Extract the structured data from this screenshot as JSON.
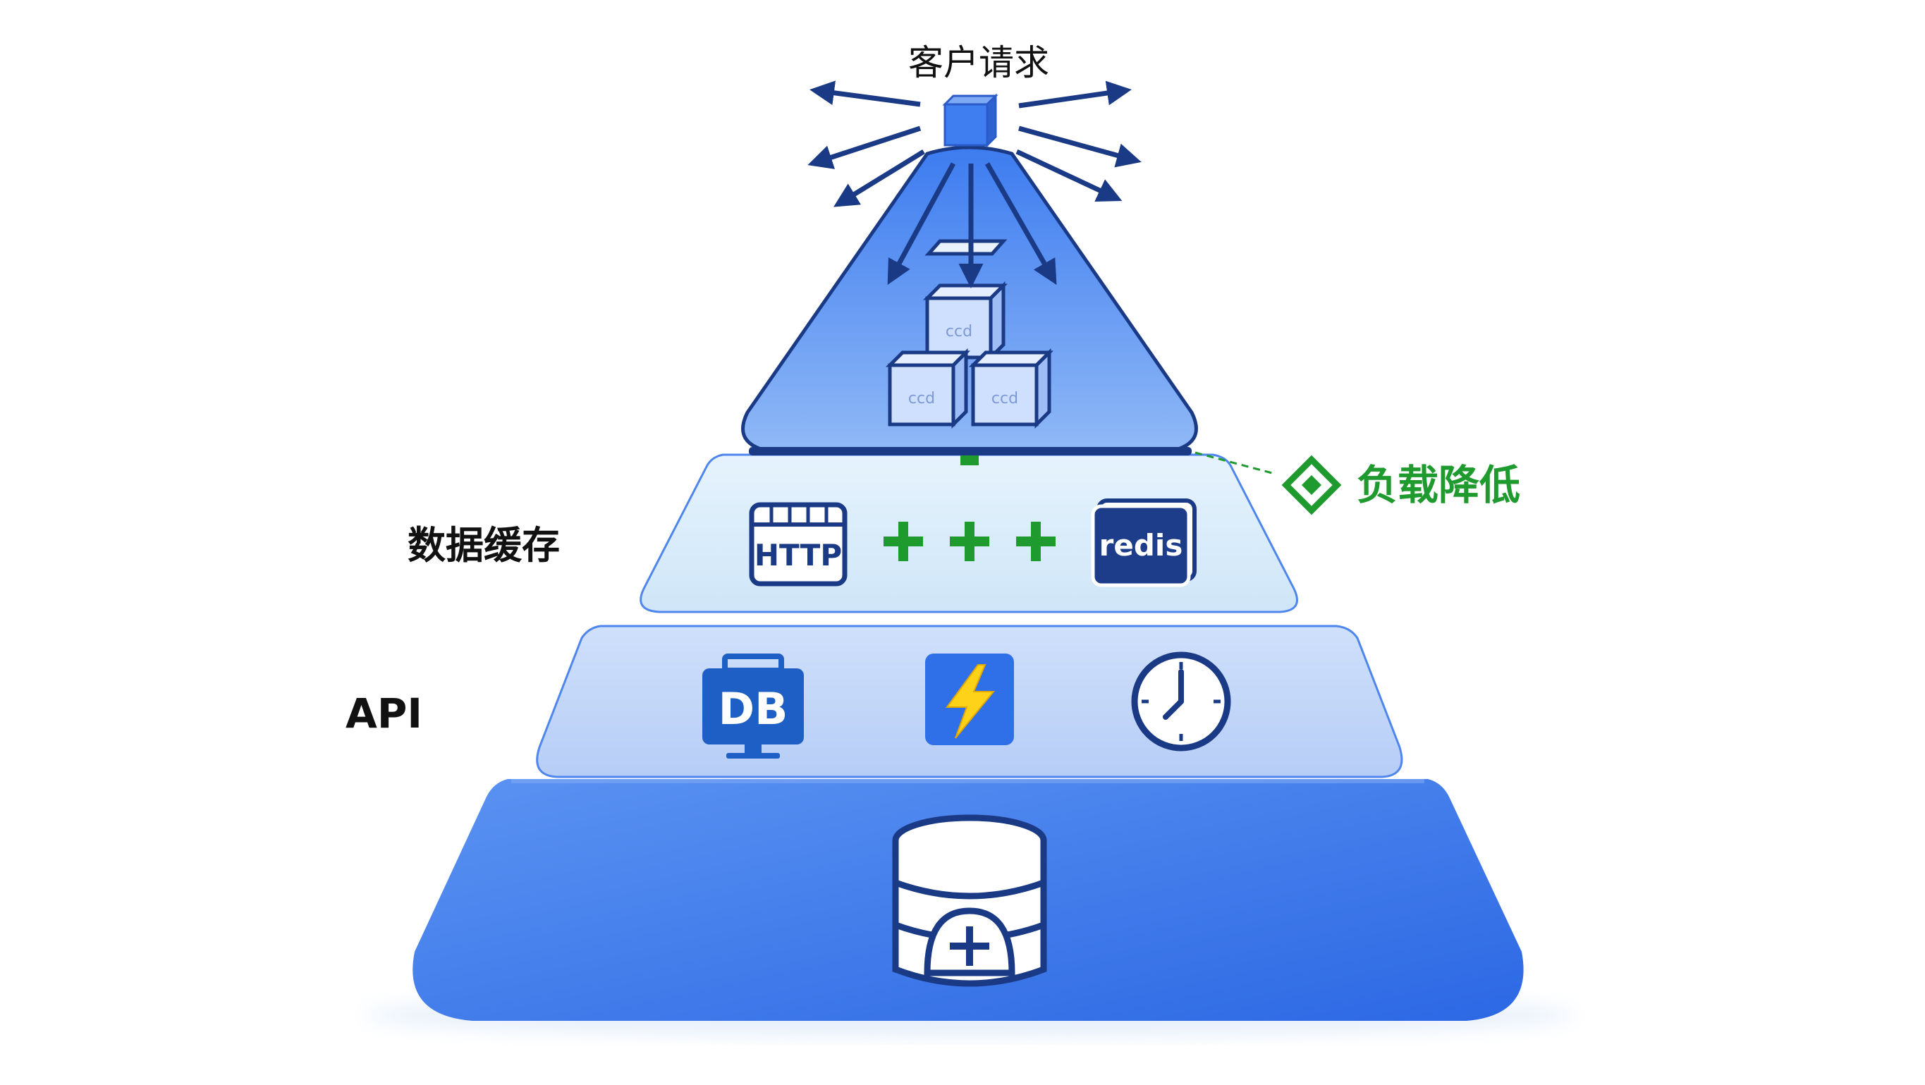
{
  "title": "客户请求",
  "side_labels": {
    "cache": "数据缓存",
    "api": "API"
  },
  "annotation": {
    "text": "负载降低",
    "color": "#1f9a2f"
  },
  "tiers": {
    "top": {
      "icon": "server-cubes-icon"
    },
    "cache": {
      "icons": [
        "http-icon",
        "plus-icon",
        "plus-icon",
        "plus-icon",
        "redis-icon"
      ],
      "http_text": "HTTP",
      "redis_text": "redis"
    },
    "api": {
      "icons": [
        "db-monitor-icon",
        "lightning-icon",
        "clock-icon"
      ],
      "db_text": "DB"
    },
    "bottom": {
      "icon": "database-add-icon"
    }
  },
  "colors": {
    "navy": "#1a3a86",
    "blue": "#2f6fe8",
    "light_blue": "#dcecfa",
    "green": "#1f9a2f",
    "yellow": "#ffd21a"
  }
}
